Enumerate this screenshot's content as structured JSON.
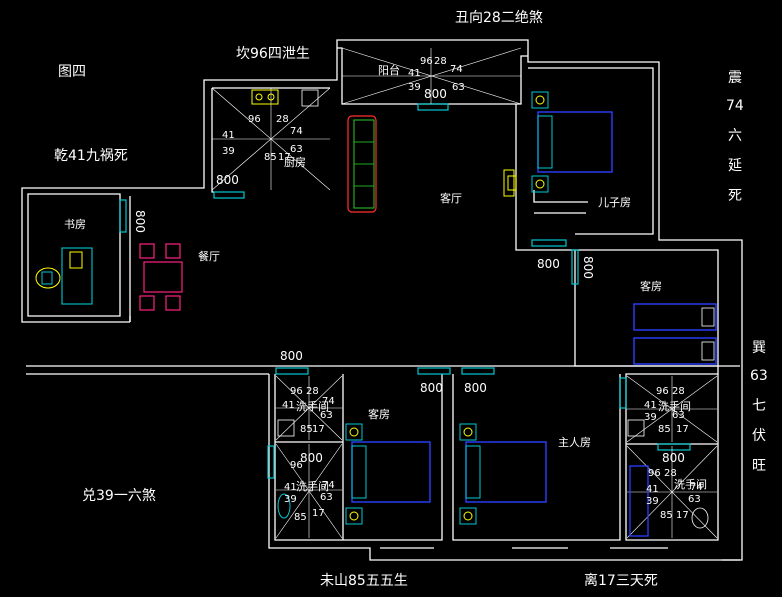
{
  "title": "图四",
  "directions": {
    "north": "丑向28二绝煞",
    "north_west_top": "坎96四泄生",
    "north_west": "乾41九祸死",
    "east_top": [
      "震",
      "74",
      "六",
      "延",
      "死"
    ],
    "east": [
      "巽",
      "63",
      "七",
      "伏",
      "旺"
    ],
    "west": "兑39一六煞",
    "south_west": "未山85五五生",
    "south": "离17三天死"
  },
  "rooms": {
    "balcony": "阳台",
    "kitchen": "厨房",
    "living": "客厅",
    "son_room": "儿子房",
    "study": "书房",
    "dining": "餐厅",
    "guest_right": "客房",
    "guest_bottom": "客房",
    "master": "主人房",
    "bath_left_upper": "洗手间",
    "bath_left_lower": "洗手间",
    "bath_right_upper": "洗手间",
    "bath_right_lower": "洗手间"
  },
  "dimensions": {
    "d800": "800"
  },
  "star_numbers": {
    "n96": "96",
    "n28": "28",
    "n74": "74",
    "n41": "41",
    "n39": "39",
    "n85": "85",
    "n17": "17",
    "n63": "63"
  }
}
